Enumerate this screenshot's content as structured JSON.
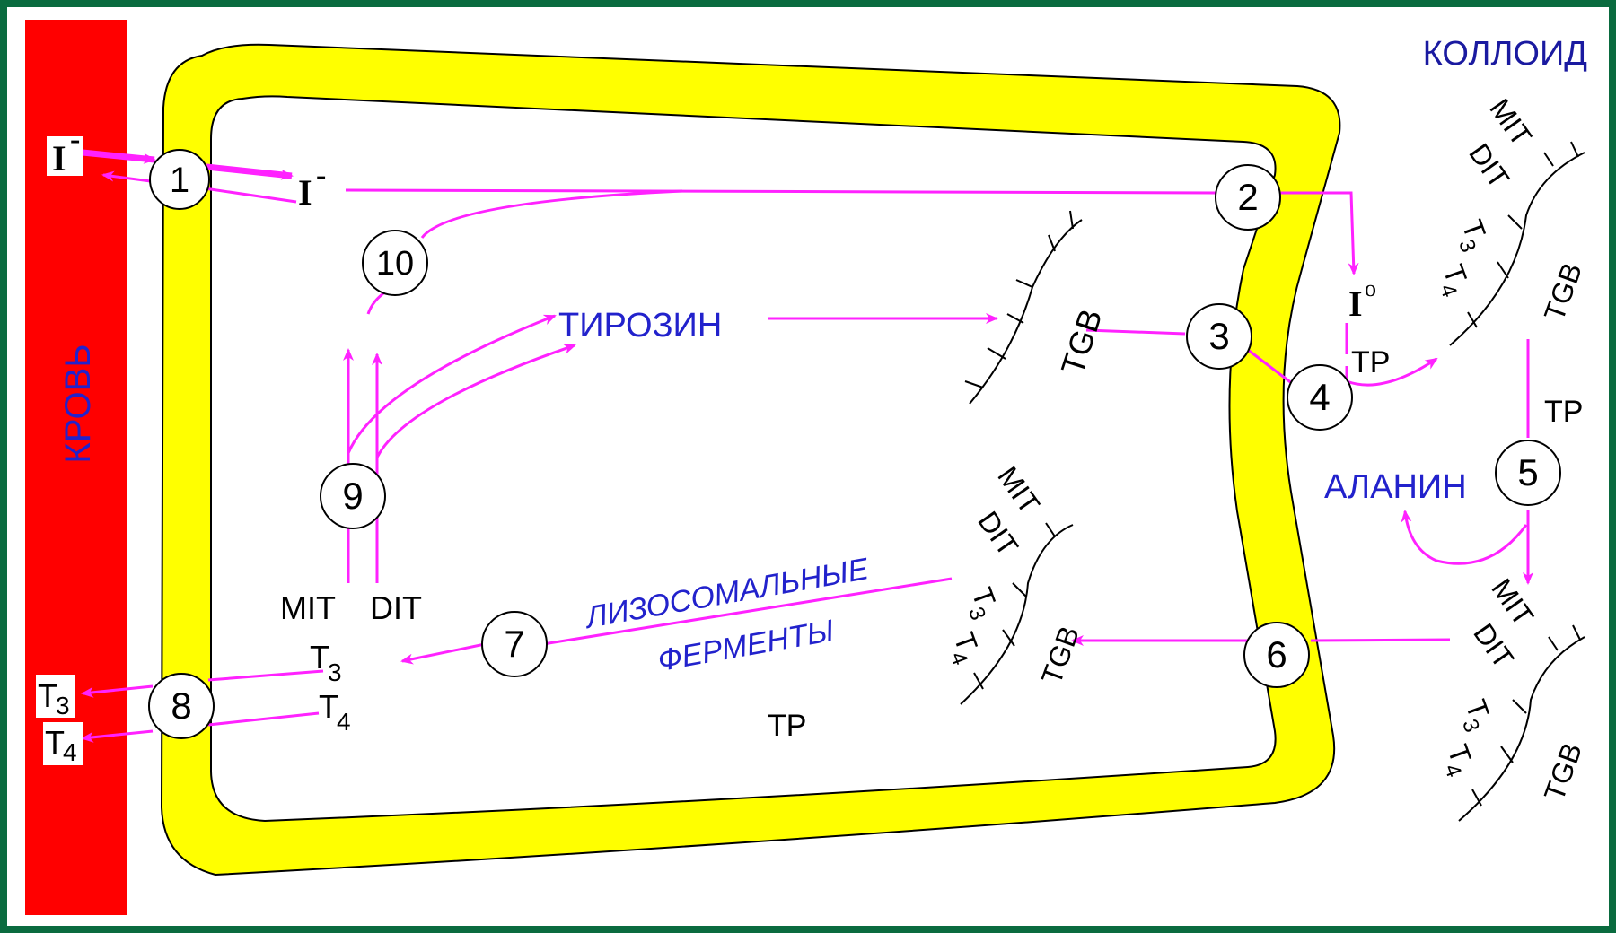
{
  "labels": {
    "blood": "КРОВЬ",
    "colloid": "КОЛЛОИД",
    "tyrosine": "ТИРОЗИН",
    "alanine": "АЛАНИН",
    "lysosomal_line1": "ЛИЗОСОМАЛЬНЫЕ",
    "lysosomal_line2": "ФЕРМЕНТЫ",
    "iodide": "I",
    "iodide_charge": "-",
    "iodine": "I",
    "iodine_charge": "o",
    "tp": "TP",
    "tgb": "TGB",
    "mit": "MIT",
    "dit": "DIT",
    "t3": "T",
    "t3_sub": "3",
    "t4": "T",
    "t4_sub": "4"
  },
  "steps": [
    "1",
    "2",
    "3",
    "4",
    "5",
    "6",
    "7",
    "8",
    "9",
    "10"
  ],
  "colors": {
    "blood": "#ff0000",
    "membrane": "#ffff00",
    "cell_interior": "#ffffff",
    "arrow": "#ff22ff",
    "colloid_text": "#1a1aa0",
    "frame": "#0a6b3f"
  }
}
